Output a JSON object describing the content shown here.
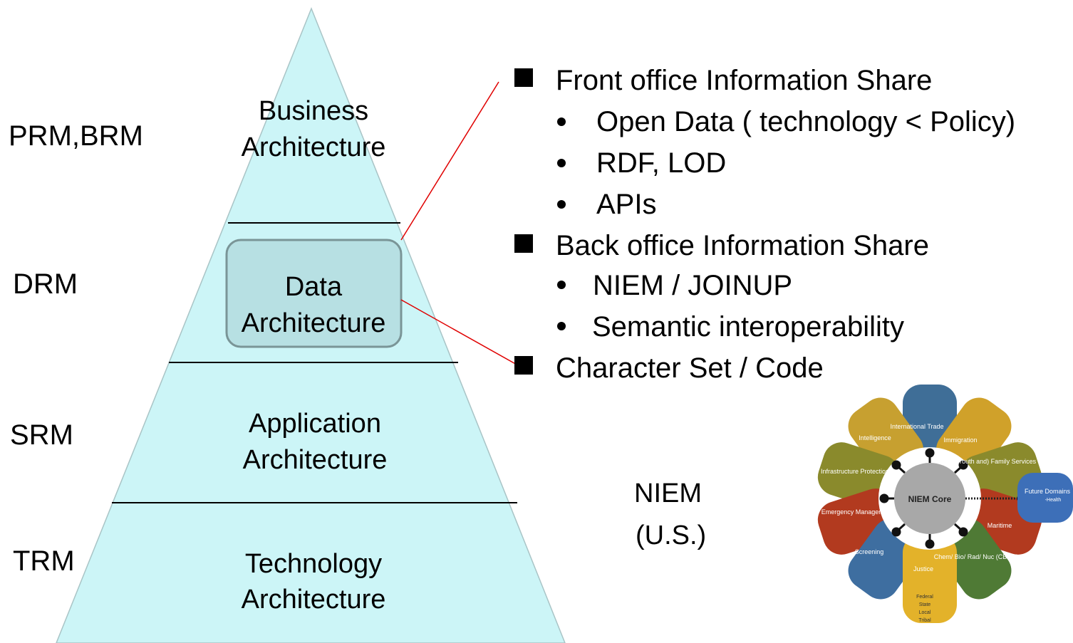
{
  "side_labels": [
    "PRM,BRM",
    "DRM",
    "SRM",
    "TRM"
  ],
  "pyramid": {
    "layers": [
      {
        "line1": "Business",
        "line2": "Architecture"
      },
      {
        "line1": "Data",
        "line2": "Architecture"
      },
      {
        "line1": "Application",
        "line2": "Architecture"
      },
      {
        "line1": "Technology",
        "line2": "Architecture"
      }
    ]
  },
  "bullets": {
    "item1": "Front office Information Share",
    "item1_sub": [
      "Open Data ( technology <  Policy)",
      "RDF, LOD",
      "APIs"
    ],
    "item2": "Back office Information Share",
    "item2_sub": [
      "NIEM / JOINUP",
      "Semantic interoperability"
    ],
    "item3": "Character Set / Code"
  },
  "niem": {
    "line1": "NIEM",
    "line2": "(U.S.)"
  },
  "niem_diagram": {
    "core": "NIEM Core",
    "petals": {
      "international_trade": "International Trade",
      "immigration": "Immigration",
      "youth": "(Youth and) Family Services",
      "maritime": "Maritime",
      "cbrn": "Chem/ Bio/ Rad/ Nuc (CBRN)",
      "justice": "Justice",
      "screening": "Screening",
      "emergency": "Emergency Management",
      "infrastructure": "Infrastructure Protection",
      "intelligence": "Intelligence"
    },
    "future": "Future Domains",
    "future_sub": "-Health",
    "levels": [
      "Federal",
      "State",
      "Local",
      "Tribal"
    ]
  },
  "colors": {
    "pyramid_fill": "#ccf5f7",
    "data_box_fill": "#b7e0e3",
    "data_box_stroke": "#7a9597",
    "connector": "#e00000"
  }
}
